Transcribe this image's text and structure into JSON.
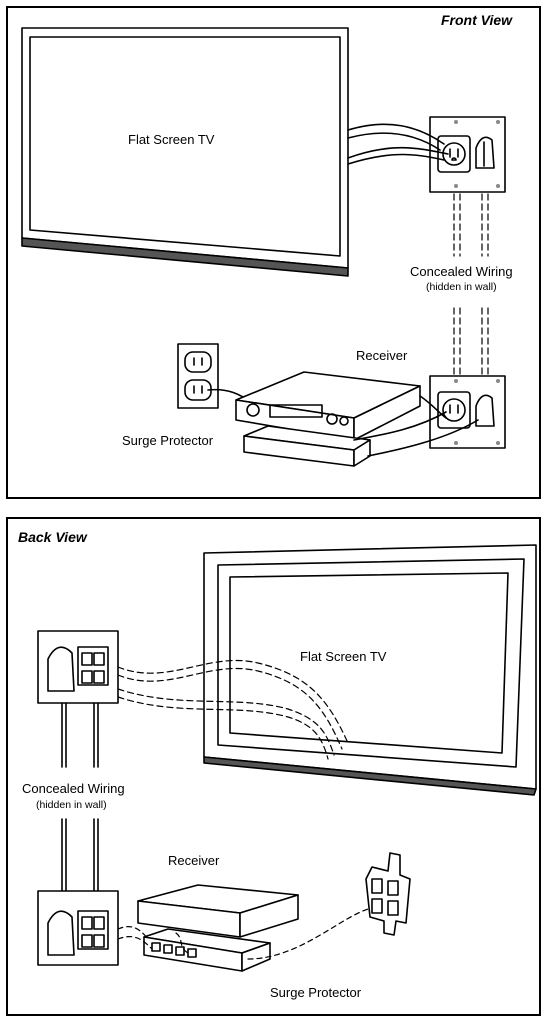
{
  "front_view": {
    "title": "Front View",
    "tv_label": "Flat Screen TV",
    "wiring_label": "Concealed Wiring",
    "wiring_sub": "(hidden in wall)",
    "receiver_label": "Receiver",
    "surge_label": "Surge Protector"
  },
  "back_view": {
    "title": "Back View",
    "tv_label": "Flat Screen TV",
    "wiring_label": "Concealed Wiring",
    "wiring_sub": "(hidden in wall)",
    "receiver_label": "Receiver",
    "surge_label": "Surge Protector"
  }
}
